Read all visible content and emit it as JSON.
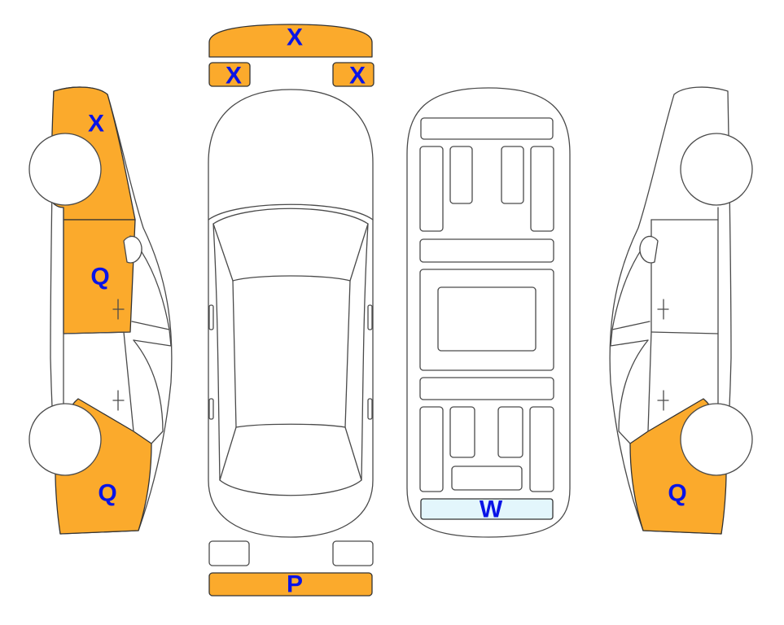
{
  "colors": {
    "damage_fill": "#FBAA2C",
    "glass_fill": "#E3F6FC",
    "label_text": "#0A14E6",
    "outline": "#4A4A4A"
  },
  "labels": {
    "front_bumper": "X",
    "front_left_light": "X",
    "front_right_light": "X",
    "left_front_fender": "X",
    "left_front_door": "Q",
    "left_rear_quarter": "Q",
    "rear_bumper": "P",
    "rear_window": "W",
    "right_rear_quarter": "Q"
  }
}
